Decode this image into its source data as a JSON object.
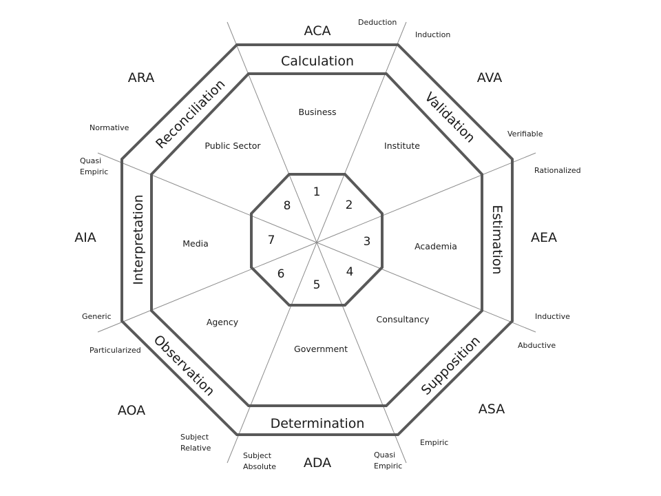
{
  "corners": {
    "top": "ACA",
    "top_right": "AVA",
    "right": "AEA",
    "bottom_right": "ASA",
    "bottom": "ADA",
    "bottom_left": "AOA",
    "left": "AIA",
    "top_left": "ARA"
  },
  "bands": {
    "top": "Calculation",
    "top_right": "Validation",
    "right": "Estimation",
    "bottom_right": "Supposition",
    "bottom": "Determination",
    "bottom_left": "Observation",
    "left": "Interpretation",
    "top_left": "Reconciliation"
  },
  "sectors": {
    "top": "Business",
    "top_right": "Institute",
    "right": "Academia",
    "bottom_right": "Consultancy",
    "bottom": "Government",
    "bottom_left": "Agency",
    "left": "Media",
    "top_left": "Public Sector"
  },
  "numbers": [
    "1",
    "2",
    "3",
    "4",
    "5",
    "6",
    "7",
    "8"
  ],
  "modes": {
    "deduction": "Deduction",
    "induction": "Induction",
    "verifiable": "Verifiable",
    "rationalized": "Rationalized",
    "inductive": "Inductive",
    "abductive": "Abductive",
    "empiric": "Empiric",
    "quasi_empiric_bottom_1": "Quasi",
    "quasi_empiric_bottom_2": "Empiric",
    "subject_absolute_1": "Subject",
    "subject_absolute_2": "Absolute",
    "subject_relative_1": "Subject",
    "subject_relative_2": "Relative",
    "particularized": "Particularized",
    "generic": "Generic",
    "quasi_empiric_left_1": "Quasi",
    "quasi_empiric_left_2": "Empiric",
    "normative": "Normative"
  }
}
